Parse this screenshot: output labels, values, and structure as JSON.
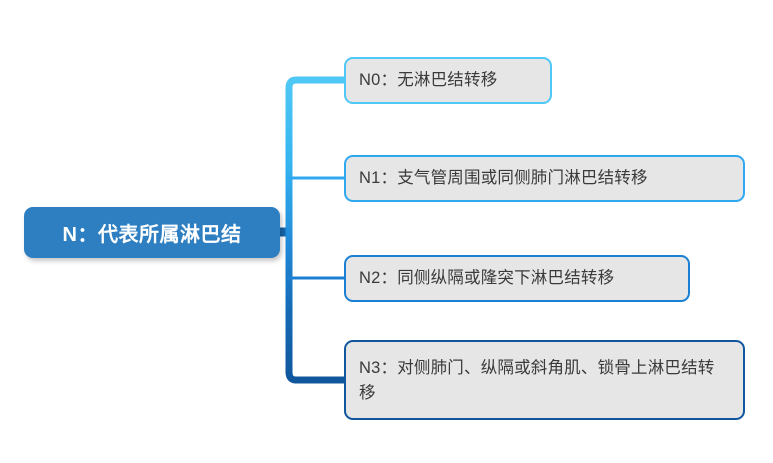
{
  "diagram": {
    "type": "mindmap",
    "orientation": "left-to-right",
    "root": {
      "id": "root",
      "label": "N：代表所属淋巴结",
      "fill_color": "#2e7fc1",
      "text_color": "#ffffff"
    },
    "children": [
      {
        "id": "n0",
        "code": "N0",
        "label": "N0：无淋巴结转移",
        "border_color": "#4fc8f5",
        "fill_color": "#e6e6e6",
        "text_color": "#3a3a3a",
        "lines": 1
      },
      {
        "id": "n1",
        "code": "N1",
        "label": "N1：支气管周围或同侧肺门淋巴结转移",
        "border_color": "#2fa8ef",
        "fill_color": "#e6e6e6",
        "text_color": "#3a3a3a",
        "lines": 1
      },
      {
        "id": "n2",
        "code": "N2",
        "label": "N2：同侧纵隔或隆突下淋巴结转移",
        "border_color": "#1b7fd4",
        "fill_color": "#e6e6e6",
        "text_color": "#3a3a3a",
        "lines": 1
      },
      {
        "id": "n3",
        "code": "N3",
        "label": "N3：对侧肺门、纵隔或斜角肌、锁骨上淋巴结转移",
        "border_color": "#10579e",
        "fill_color": "#e6e6e6",
        "text_color": "#3a3a3a",
        "lines": 2
      }
    ],
    "connectors": {
      "trunk_gradient_from": "#4fc8f5",
      "trunk_gradient_to": "#10579e",
      "root_stub_color": "#1665ad"
    },
    "background_color": "#ffffff"
  }
}
